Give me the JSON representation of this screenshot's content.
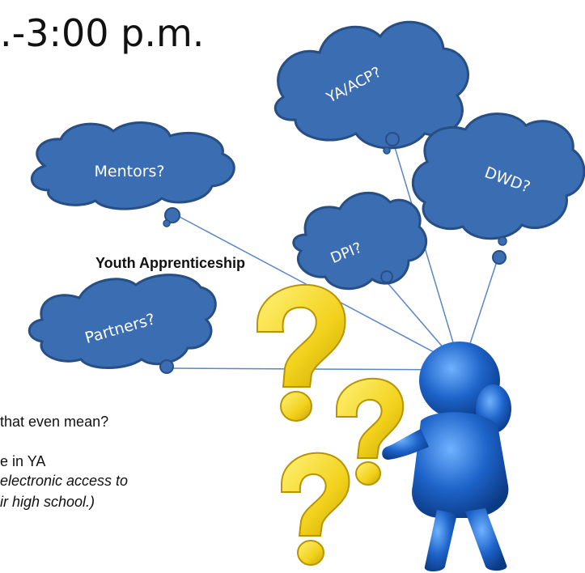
{
  "heading": {
    "time_text": ".-3:00 p.m."
  },
  "body_text": {
    "youth_apprenticeship": "Youth Apprenticeship",
    "that_even_mean": "that even mean?",
    "e_in_ya": "e in YA",
    "electronic_access": "electronic access to",
    "high_school": "ir high school.)"
  },
  "clouds": {
    "ya_acp": "YA/ACP?",
    "mentors": "Mentors?",
    "dwd": "DWD?",
    "dpi": "DPI?",
    "partners": "Partners?"
  },
  "colors": {
    "cloud_fill": "#3a6db1",
    "cloud_stroke": "#274f86",
    "line": "#5b87c4",
    "question_mark": "#f2d21c",
    "figure": "#1d63c9"
  }
}
